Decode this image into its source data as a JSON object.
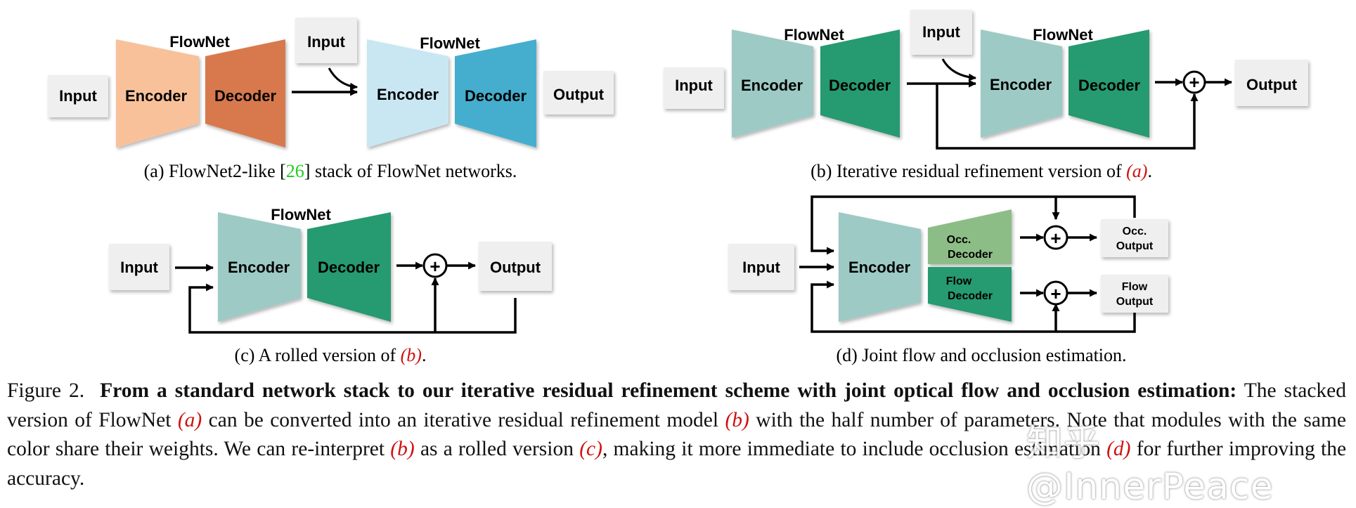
{
  "labels": {
    "input": "Input",
    "output": "Output",
    "encoder": "Encoder",
    "decoder": "Decoder",
    "flownet": "FlowNet",
    "occ_decoder": [
      "Occ.",
      "Decoder"
    ],
    "flow_decoder": [
      "Flow",
      "Decoder"
    ],
    "occ_output": [
      "Occ.",
      "Output"
    ],
    "flow_output": [
      "Flow",
      "Output"
    ],
    "plus": "+"
  },
  "subcaptions": {
    "a": {
      "pre": "(a) FlowNet2-like [",
      "cite": "26",
      "post": "] stack of FlowNet networks."
    },
    "b": {
      "pre": "(b) Iterative residual refinement version of ",
      "ref": "(a)",
      "post": "."
    },
    "c": {
      "pre": "(c) A rolled version of ",
      "ref": "(b)",
      "post": "."
    },
    "d": {
      "text": "(d) Joint flow and occlusion estimation."
    }
  },
  "caption": {
    "figure_label": "Figure 2.",
    "title": "From a standard network stack to our iterative residual refinement scheme with joint optical flow and occlusion estimation:",
    "t1": "The stacked version of FlowNet",
    "r1": "(a)",
    "t2": "can be converted into an iterative residual refinement model",
    "r2": "(b)",
    "t3": "with the half number of parameters. Note that modules with the same color share their weights. We can re-interpret",
    "r3": "(b)",
    "t4": "as a rolled version",
    "r4": "(c)",
    "t5": ", making it more immediate to include occlusion estimation",
    "r5": "(d)",
    "t6": "for further improving the accuracy."
  },
  "watermark": "知乎 @InnerPeace",
  "colors": {
    "encoder_peach": "#F9C19A",
    "decoder_orange": "#D8794E",
    "encoder_lightblue": "#C9E7F3",
    "decoder_blue": "#45AECE",
    "encoder_teal": "#9DCAC5",
    "decoder_green": "#279A70",
    "occ_decoder": "#8DBD86",
    "box_gray": "#EFEFEF",
    "cite_green": "#22CC22",
    "ref_red": "#D01010"
  }
}
